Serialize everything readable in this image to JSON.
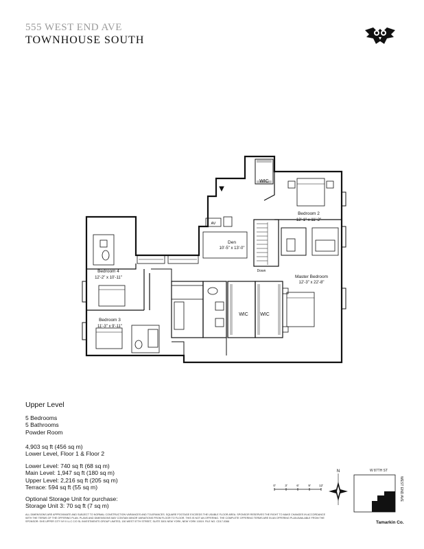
{
  "header": {
    "address": "555 WEST END AVE",
    "unit_title": "TOWNHOUSE SOUTH"
  },
  "logo": {
    "icon": "owl-crest-icon"
  },
  "plan": {
    "rooms": {
      "wic_top": "WIC",
      "bedroom2_name": "Bedroom 2",
      "bedroom2_dims": "12'-1\" x 11'-2\"",
      "av": "AV",
      "den_name": "Den",
      "den_dims": "10'-5\" x 13'-0\"",
      "down": "Down",
      "master_name": "Master Bedroom",
      "master_dims": "12'-3\" x 22'-8\"",
      "bedroom4_name": "Bedroom 4",
      "bedroom4_dims": "12'-2\" x 10'-11\"",
      "wic_left": "WIC",
      "wic_right": "WIC",
      "bedroom3_name": "Bedroom 3",
      "bedroom3_dims": "11'-3\" x 9'-11\""
    }
  },
  "details": {
    "level": "Upper Level",
    "bedrooms": "5 Bedrooms",
    "bathrooms": "5 Bathrooms",
    "powder": "Powder Room",
    "total_area": "4,903 sq ft (456 sq m)",
    "floors": "Lower Level, Floor 1 & Floor 2",
    "lower": "Lower Level: 740 sq ft (68 sq m)",
    "main": "Main Level: 1,947 sq ft (180 sq m)",
    "upper": "Upper Level: 2,216 sq ft (205 sq m)",
    "terrace": "Terrace: 594 sq ft (55 sq m)",
    "storage_title": "Optional Storage Unit for purchase:",
    "storage": "Storage Unit 3: 70 sq ft (7 sq m)"
  },
  "scale_bar": {
    "ticks": [
      "0'",
      "3'",
      "6'",
      "9'",
      "12'"
    ]
  },
  "compass": {
    "north": "N",
    "icon": "compass-rose-icon"
  },
  "key_map": {
    "street": "W 87TH ST",
    "avenue": "WEST END AVE"
  },
  "disclaimer": "All dimensions are approximate and subject to normal construction variances and tolerances. Square footage exceeds the usable floor area. Sponsor reserves the right to make changes in accordance with the terms of the offering plan. Plans and dimensions may contain minor variations from floor to floor. This is not an offering. The complete offering terms are in an offering plan available from the sponsor: SHS Upper City NY II LLC c/o SL Investments Group Limited, 150 West 57th Street, Suite 3001 New York, New York 10019. File No. CD17-0366",
  "brand": "Tamarkin Co."
}
